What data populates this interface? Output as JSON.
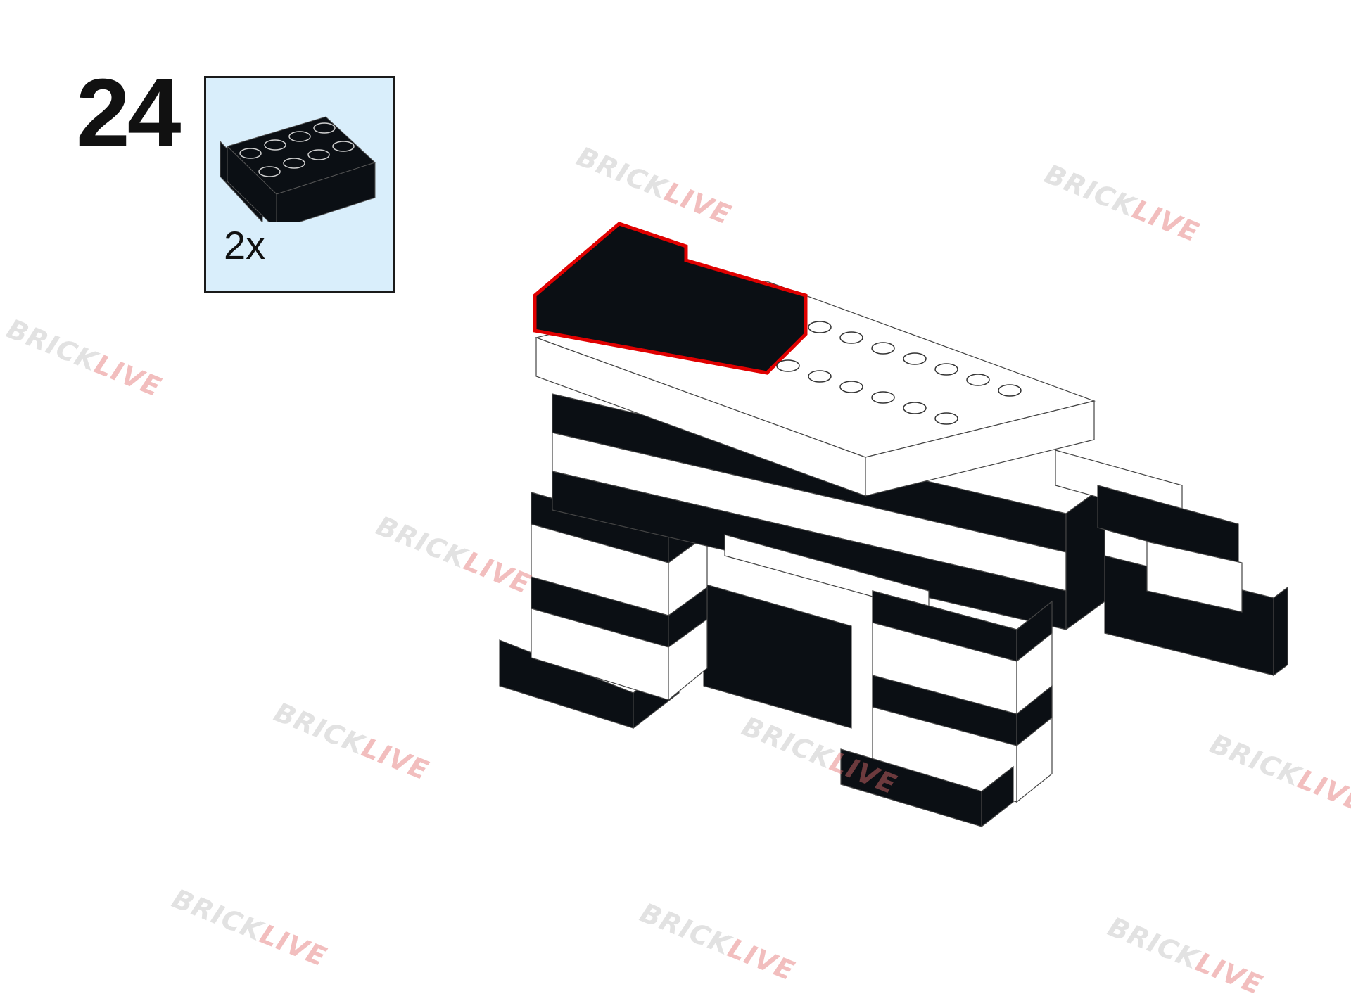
{
  "step": {
    "number": "24"
  },
  "parts": {
    "quantity": "2x",
    "brick_icon": "black-2x4-brick-icon",
    "brick_color": "#0b0f14"
  },
  "watermark": {
    "brand_part_1": "BRICK",
    "brand_part_2": "LIVE",
    "colors": {
      "brand_part_1": "#bdbdbd",
      "brand_part_2": "#e07070"
    }
  },
  "colors": {
    "callout_background": "#d9eefb",
    "highlight": "#e00000",
    "brick_black": "#0b0f14",
    "brick_white": "#ffffff"
  }
}
